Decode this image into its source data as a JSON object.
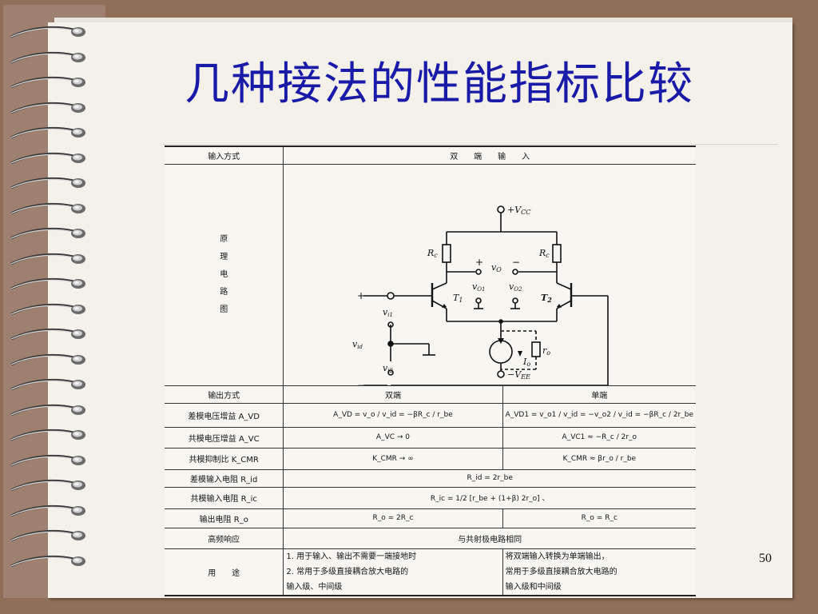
{
  "slide": {
    "title": "几种接法的性能指标比较",
    "page_number": "50"
  },
  "table": {
    "header": {
      "input_mode_label": "输入方式",
      "input_mode_value": "双　　端　　输　　入"
    },
    "circuit_row": {
      "label_chars": [
        "原",
        "理",
        "电",
        "路",
        "图"
      ],
      "circuit_labels": {
        "vcc": "+V",
        "vcc_sub": "CC",
        "vee": "−V",
        "vee_sub": "EE",
        "rc_left": "R",
        "rc_right": "R",
        "rc_sub": "c",
        "vo": "v",
        "vo_sub": "O",
        "vo1": "v",
        "vo1_sub": "O1",
        "vo2": "v",
        "vo2_sub": "O2",
        "t1": "T",
        "t1_sub": "1",
        "t2": "T",
        "t2_sub": "2",
        "vi1": "v",
        "vi1_sub": "i1",
        "vid": "v",
        "vid_sub": "id",
        "vi2": "v",
        "vi2_sub": "i2",
        "ro": "r",
        "ro_sub": "o",
        "io": "I",
        "io_sub": "o",
        "plus": "+",
        "minus": "−"
      }
    },
    "output_header": {
      "label": "输出方式",
      "col_double": "双端",
      "col_single": "单端"
    },
    "rows": [
      {
        "label": "差模电压增益 A_VD",
        "double": "A_VD = v_o / v_id = −βR_c / r_be",
        "single": "A_VD1 = v_o1 / v_id = −v_o2 / v_id = −βR_c / 2r_be"
      },
      {
        "label": "共模电压增益 A_VC",
        "double": "A_VC → 0",
        "single": "A_VC1 ≈ −R_c / 2r_o"
      },
      {
        "label": "共模抑制比 K_CMR",
        "double": "K_CMR → ∞",
        "single": "K_CMR ≈ βr_o / r_be"
      },
      {
        "label": "差模输入电阻 R_id",
        "merged": "R_id = 2r_be"
      },
      {
        "label": "共模输入电阻 R_ic",
        "merged": "R_ic = 1/2 [r_be + (1+β) 2r_o] 、"
      },
      {
        "label": "输出电阻 R_o",
        "double": "R_o = 2R_c",
        "single": "R_o = R_c"
      },
      {
        "label": "高频响应",
        "merged": "与共射极电路相同"
      },
      {
        "label": "用　　途",
        "double_lines": [
          "1. 用于输入、输出不需要一端接地时",
          "2. 常用于多级直接耦合放大电路的",
          "输入级、中间级"
        ],
        "single_lines": [
          "将双端输入转换为单端输出，",
          "常用于多级直接耦合放大电路的",
          "输入级和中间级"
        ]
      }
    ]
  },
  "colors": {
    "title": "#1a1aa8",
    "background": "#8f6f58",
    "page": "#f3f1ea"
  }
}
